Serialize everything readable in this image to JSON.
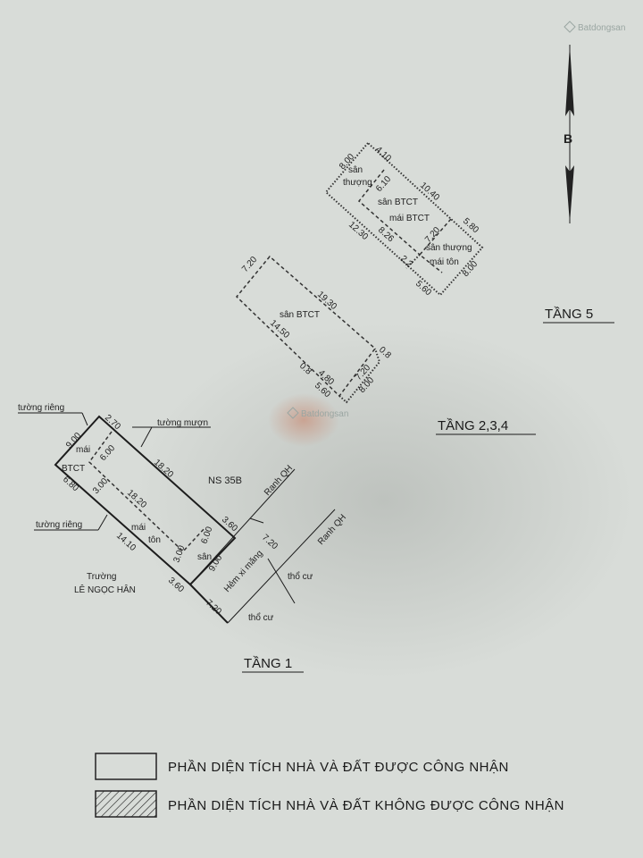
{
  "watermarks": {
    "brand": "Batdongsan"
  },
  "floor_5": {
    "title": "TẦNG 5",
    "labels": [
      "sân",
      "thượng",
      "sân BTCT",
      "mái BTCT",
      "sân thượng",
      "mái tôn"
    ],
    "dimensions": [
      "4.10",
      "8.00",
      "6.10",
      "10.40",
      "12.30",
      "8.26",
      "7.20",
      "5.80",
      "8.00",
      "5.60",
      "2.2"
    ]
  },
  "floor_234": {
    "title": "TẦNG 2,3,4",
    "labels": [
      "sân BTCT"
    ],
    "dimensions": [
      "7.20",
      "19.30",
      "14.50",
      "0.8",
      "0.8",
      "4.80",
      "7.20",
      "5.60",
      "8.00"
    ]
  },
  "floor_1": {
    "title": "TẦNG 1",
    "labels": [
      "tường riêng",
      "tường mượn",
      "tường riêng",
      "mái",
      "BTCT",
      "mái",
      "tôn",
      "sân",
      "NS 35B",
      "Trường",
      "LÊ NGỌC HÂN",
      "Hẻm xi măng",
      "thổ cư",
      "thổ cư",
      "Ranh QH",
      "Ranh QH"
    ],
    "dimensions": [
      "2.70",
      "9.00",
      "6.00",
      "18.20",
      "6.80",
      "3.00",
      "18.20",
      "14.10",
      "3.60",
      "6.00",
      "3.00",
      "9.00",
      "3.60",
      "7.20",
      "7.20"
    ]
  },
  "north_arrow": {
    "letter": "B"
  },
  "legend": {
    "items": [
      {
        "label": "PHẦN DIỆN TÍCH NHÀ VÀ ĐẤT ĐƯỢC CÔNG NHẬN",
        "style": "empty"
      },
      {
        "label": "PHẦN DIỆN TÍCH NHÀ VÀ ĐẤT KHÔNG ĐƯỢC CÔNG NHẬN",
        "style": "hatched"
      }
    ]
  },
  "colors": {
    "paper": "#d8dcd8",
    "ink": "#1c1c1c",
    "stain": "#c9907a"
  }
}
